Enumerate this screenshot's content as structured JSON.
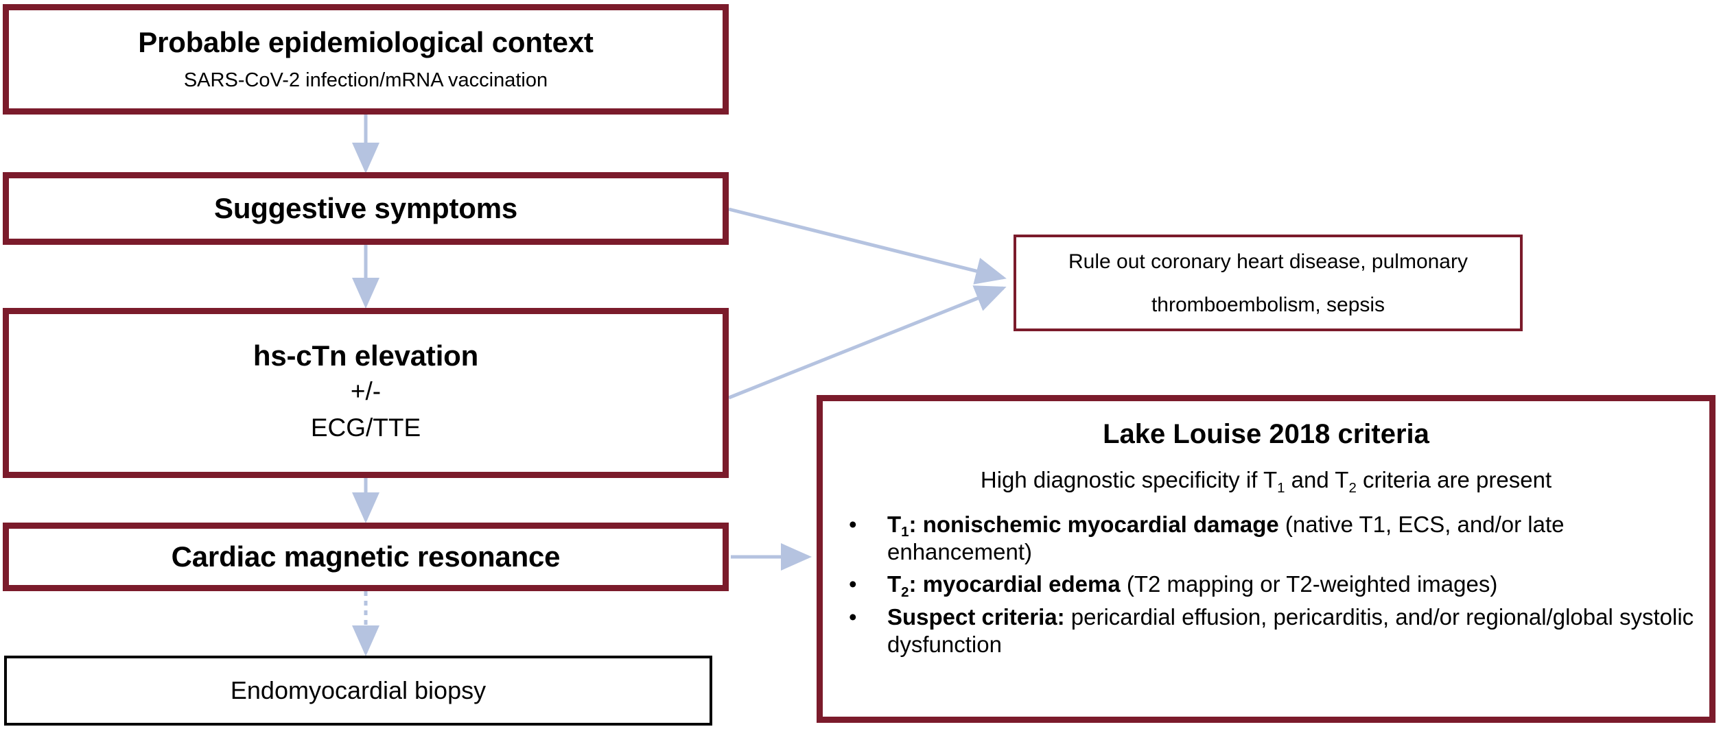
{
  "colors": {
    "box_border_maroon": "#7B1B2B",
    "box_border_black": "#000000",
    "arrow": "#B5C3E0",
    "background": "#FFFFFF",
    "text": "#000000"
  },
  "nodes": {
    "epidemiological_context": {
      "title": "Probable epidemiological context",
      "subtitle": "SARS-CoV-2 infection/mRNA vaccination"
    },
    "suggestive_symptoms": {
      "title": "Suggestive symptoms"
    },
    "hs_ctn": {
      "title": "hs-cTn elevation",
      "line2": "+/-",
      "line3": "ECG/TTE"
    },
    "cardiac_mri": {
      "title": "Cardiac magnetic resonance"
    },
    "endomyocardial_biopsy": {
      "title": "Endomyocardial biopsy"
    },
    "rule_out": {
      "line1": "Rule out coronary heart disease, pulmonary",
      "line2": "thromboembolism, sepsis"
    },
    "lake_louise": {
      "title": "Lake Louise 2018 criteria",
      "subtitle_parts": {
        "before": "High diagnostic specificity if T",
        "sub1": "1",
        "middle": " and T",
        "sub2": "2",
        "after": " criteria are present"
      },
      "bullet_marker": "•",
      "criteria": [
        {
          "label_prefix": "T",
          "label_sub": "1",
          "label_suffix": ": nonischemic myocardial damage",
          "detail": " (native T1, ECS, and/or late enhancement)"
        },
        {
          "label_prefix": "T",
          "label_sub": "2",
          "label_suffix": ": myocardial edema",
          "detail": " (T2 mapping or T2-weighted images)"
        },
        {
          "label_prefix": "",
          "label_sub": "",
          "label_suffix": "Suspect criteria:",
          "detail": " pericardial effusion, pericarditis, and/or regional/global systolic dysfunction"
        }
      ]
    }
  },
  "connectors": [
    {
      "id": "ctx-to-symptoms",
      "style": "solid",
      "from": "epidemiological_context",
      "to": "suggestive_symptoms"
    },
    {
      "id": "symptoms-to-hsctn",
      "style": "solid",
      "from": "suggestive_symptoms",
      "to": "hs_ctn"
    },
    {
      "id": "hsctn-to-cmr",
      "style": "solid",
      "from": "hs_ctn",
      "to": "cardiac_mri"
    },
    {
      "id": "cmr-to-biopsy",
      "style": "dotted",
      "from": "cardiac_mri",
      "to": "endomyocardial_biopsy"
    },
    {
      "id": "symptoms-to-ruleout",
      "style": "solid",
      "from": "suggestive_symptoms",
      "to": "rule_out"
    },
    {
      "id": "hsctn-to-ruleout",
      "style": "solid",
      "from": "hs_ctn",
      "to": "rule_out"
    },
    {
      "id": "cmr-to-lakelouise",
      "style": "solid",
      "from": "cardiac_mri",
      "to": "lake_louise"
    }
  ]
}
